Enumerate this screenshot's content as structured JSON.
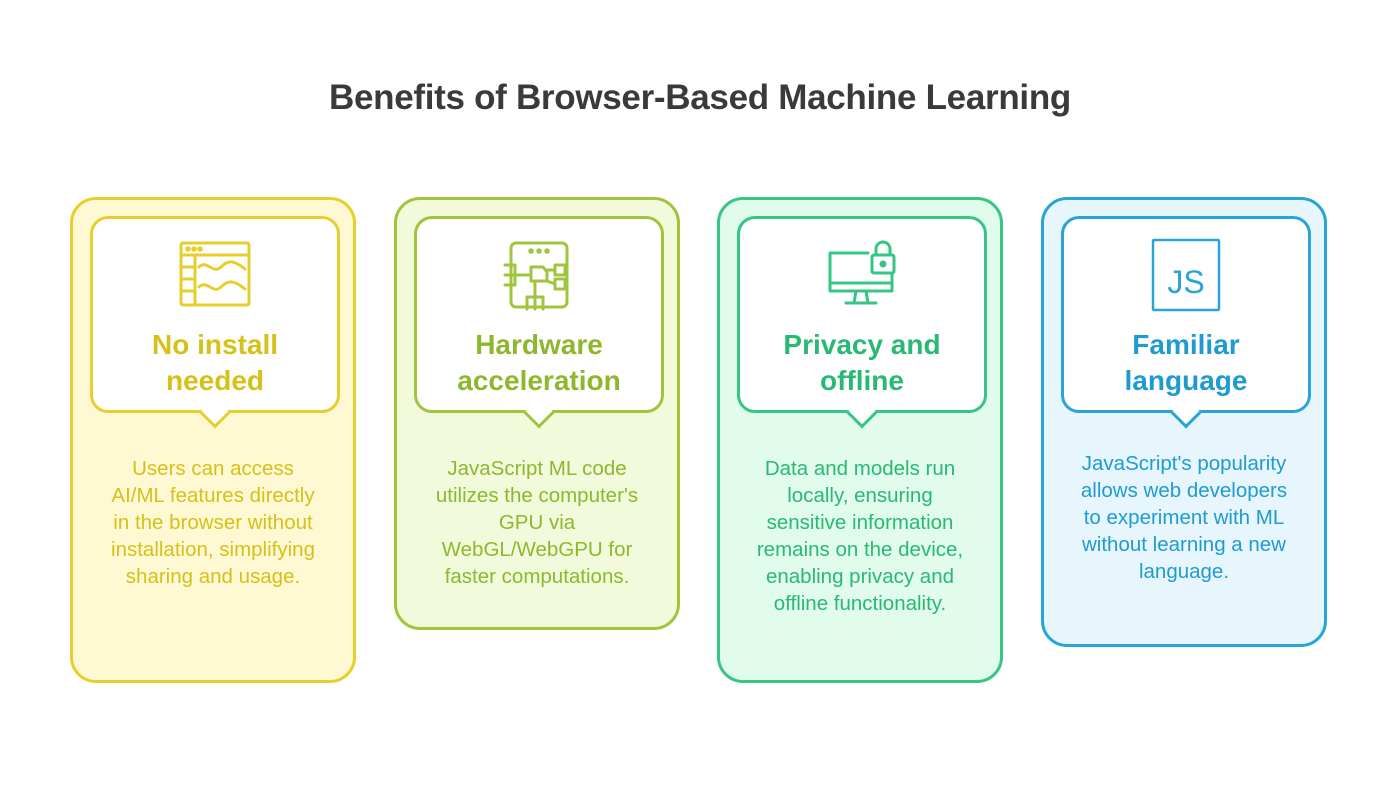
{
  "title": "Benefits of Browser-Based Machine Learning",
  "cards": [
    {
      "heading_line1": "No install",
      "heading_line2": "needed",
      "description": "Users can access AI/ML features directly in the browser without installation, simplifying sharing and usage.",
      "icon": "browser-window-icon",
      "color": "#e6cf2c"
    },
    {
      "heading_line1": "Hardware",
      "heading_line2": "acceleration",
      "description": "JavaScript ML code utilizes the computer's GPU via WebGL/WebGPU for faster computations.",
      "icon": "circuit-chip-icon",
      "color": "#9fc53d"
    },
    {
      "heading_line1": "Privacy and",
      "heading_line2": "offline",
      "description": "Data and models run locally, ensuring sensitive information remains on the device, enabling privacy and offline functionality.",
      "icon": "locked-monitor-icon",
      "color": "#35c585"
    },
    {
      "heading_line1": "Familiar",
      "heading_line2": "language",
      "description": "JavaScript's popularity allows web developers to experiment with ML without learning a new language.",
      "icon": "javascript-icon",
      "color": "#2aa4d8",
      "icon_text": "JS"
    }
  ]
}
